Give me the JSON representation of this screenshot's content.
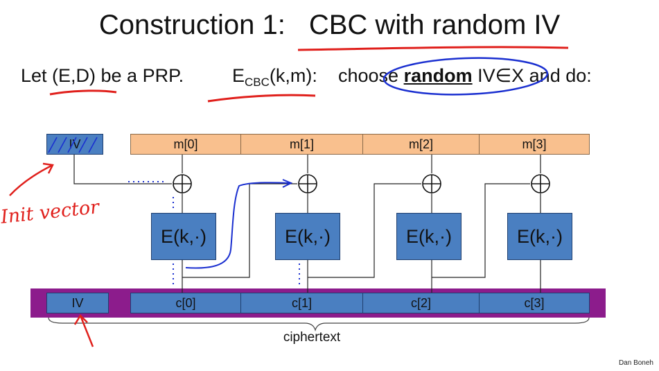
{
  "title": {
    "left": "Construction 1:",
    "right": "CBC with random IV"
  },
  "line2": {
    "let_text": "Let (E,D) be a PRP.",
    "ecbc_main": "E",
    "ecbc_sub": "CBC",
    "ecbc_args": "(k,m):",
    "choose": "choose",
    "random": "random",
    "rest": "IV∈X and do:"
  },
  "iv_label": "IV",
  "messages": [
    "m[0]",
    "m[1]",
    "m[2]",
    "m[3]"
  ],
  "encrypt_label": "E(k,·)",
  "ciphertext_iv": "IV",
  "ciphertexts": [
    "c[0]",
    "c[1]",
    "c[2]",
    "c[3]"
  ],
  "ciphertext_label": "ciphertext",
  "handwritten_note": "Init vector",
  "author": "Dan Boneh",
  "colors": {
    "message_fill": "#f9c08e",
    "block_fill": "#4a7fc1",
    "ciphertext_band": "#8c1c8c",
    "annotation_red": "#e0201c",
    "annotation_blue": "#1a2fd0"
  }
}
